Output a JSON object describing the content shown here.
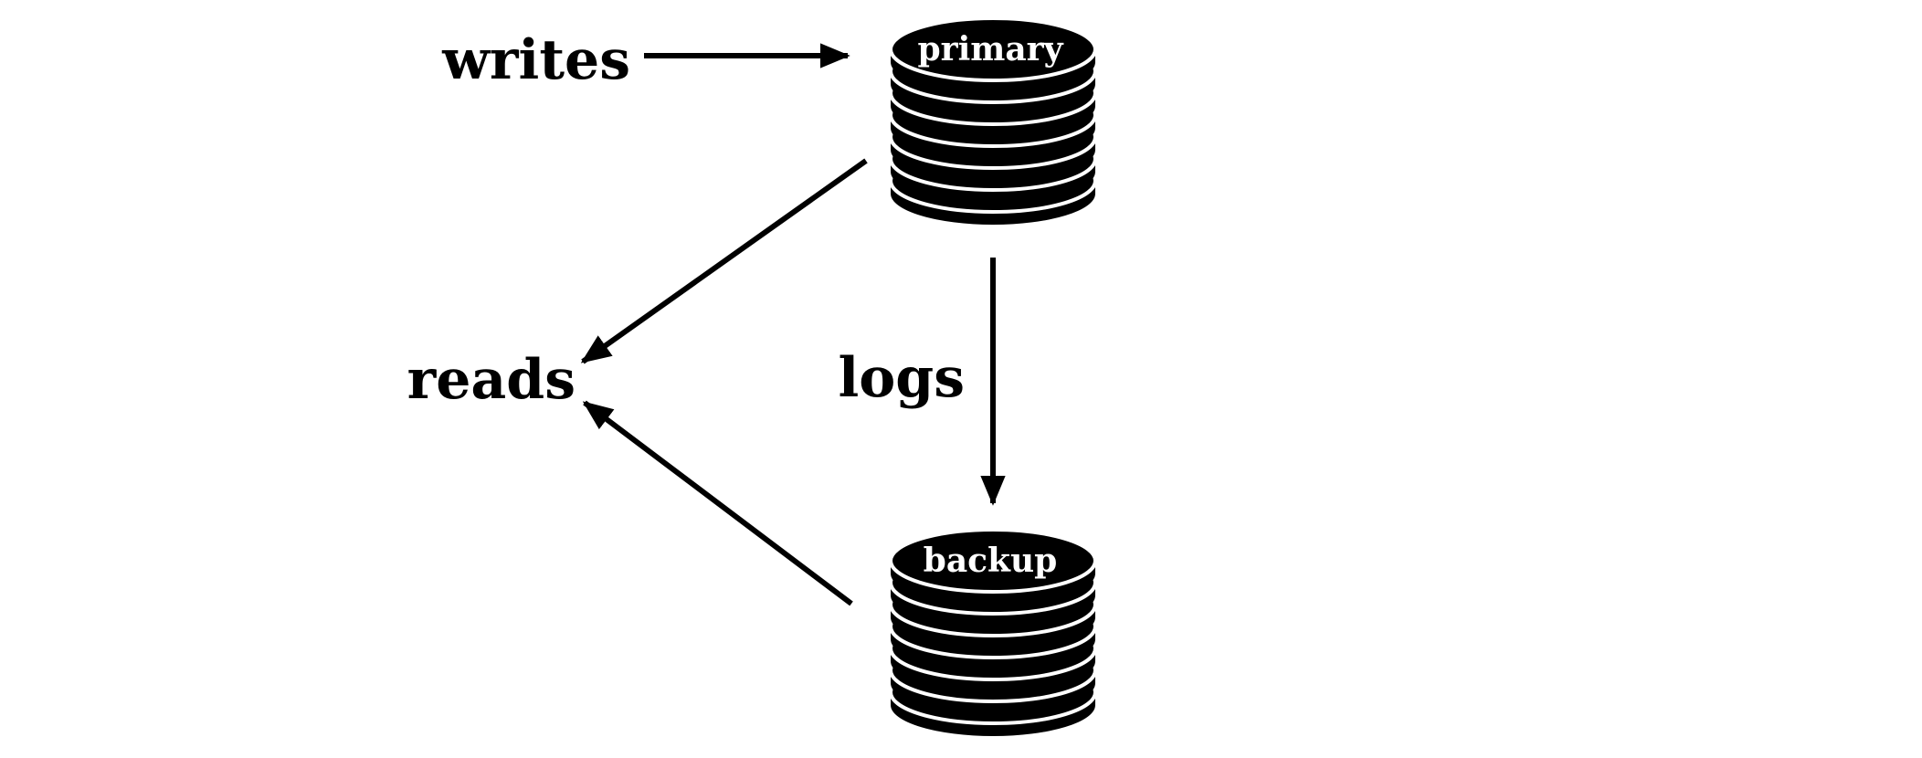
{
  "diagram": {
    "labels": {
      "writes": "writes",
      "reads": "reads",
      "logs": "logs"
    },
    "databases": {
      "primary": {
        "label": "primary"
      },
      "backup": {
        "label": "backup"
      }
    },
    "edges": [
      {
        "from": "writes",
        "to": "primary"
      },
      {
        "from": "primary",
        "to": "reads"
      },
      {
        "from": "primary",
        "to": "backup",
        "label": "logs"
      },
      {
        "from": "backup",
        "to": "reads"
      }
    ],
    "colors": {
      "ink": "#000000",
      "background": "#ffffff"
    }
  }
}
